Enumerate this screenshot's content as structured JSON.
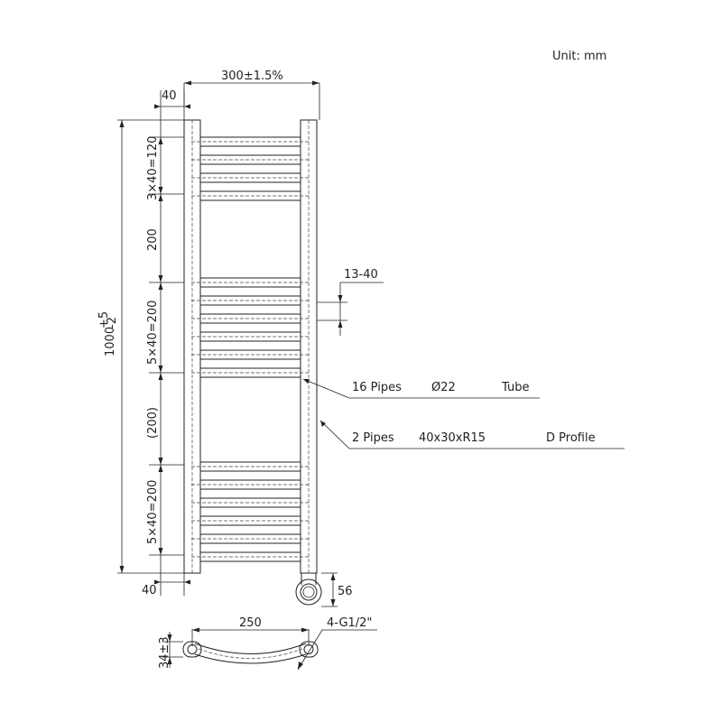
{
  "unit_label": "Unit: mm",
  "dimensions": {
    "width_total": "300±1.5%",
    "side_offset_top": "40",
    "side_offset_bottom": "40",
    "group_top": "3×40=120",
    "gap_upper": "200",
    "group_middle": "5×40=200",
    "gap_lower": "(200)",
    "group_bottom": "5×40=200",
    "height_total_base": "1000",
    "height_tol_plus": "+5",
    "height_tol_minus": "-2",
    "pipe_spacing": "13-40",
    "valve_depth": "56",
    "centers": "250",
    "fitting": "4-G1/2\"",
    "depth": "34±3"
  },
  "callouts": {
    "tube_count": "16 Pipes",
    "tube_size": "Ø22",
    "tube_type": "Tube",
    "profile_count": "2 Pipes",
    "profile_size": "40x30xR15",
    "profile_type": "D Profile"
  }
}
